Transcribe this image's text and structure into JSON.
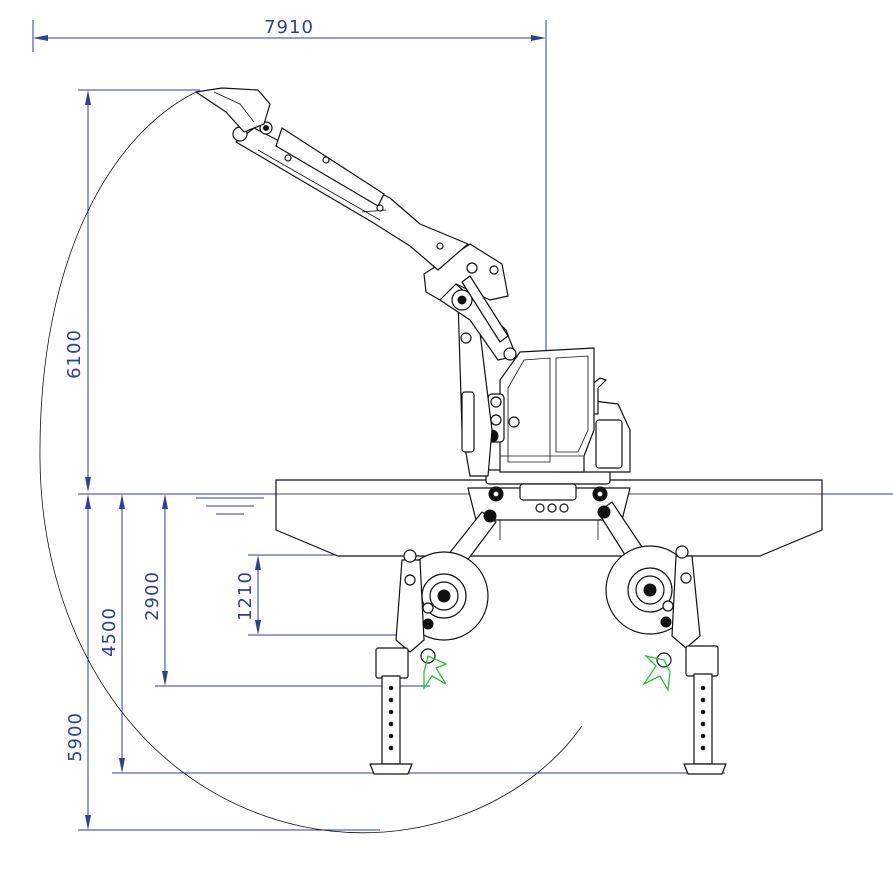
{
  "diagram": {
    "dimensions": {
      "reach": "7910",
      "max_height": "6100",
      "float_depth": "2900",
      "wheel_height": "1210",
      "leg_depth": "4500",
      "max_dig_depth": "5900"
    }
  }
}
